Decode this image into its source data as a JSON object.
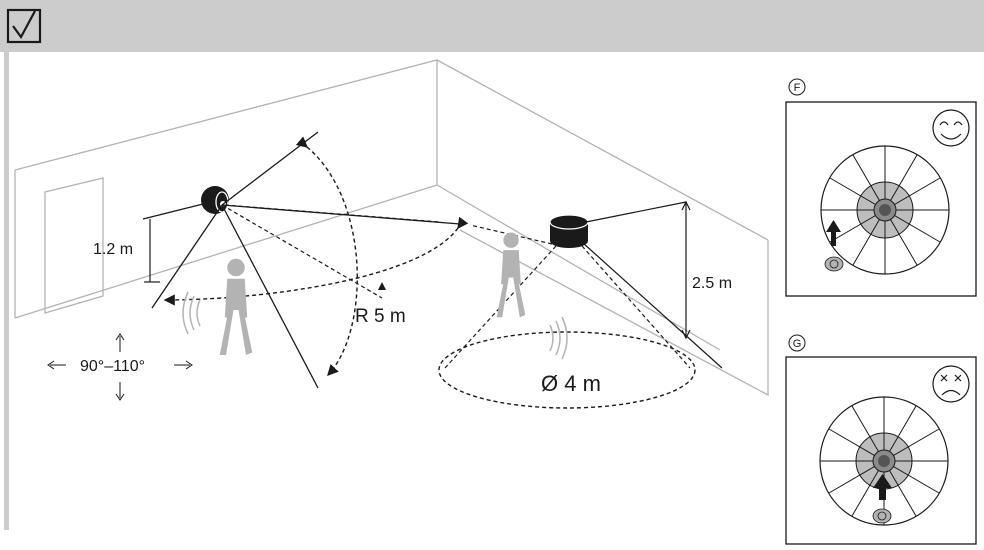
{
  "header": {
    "icon": "checkbox-checked-icon",
    "bg_color": "#cccccc"
  },
  "labels": {
    "wall_height": "1.2 m",
    "range": "R 5 m",
    "angle": "90°–110°",
    "ceiling_height": "2.5 m",
    "diameter": "Ø 4 m"
  },
  "panels": [
    {
      "marker": "F",
      "face": "smiling-face-icon"
    },
    {
      "marker": "G",
      "face": "frowning-face-icon"
    }
  ],
  "colors": {
    "figure": "#b3b3b3",
    "zone_inner": "#bdbdbd",
    "line": "#1a1a1a"
  }
}
